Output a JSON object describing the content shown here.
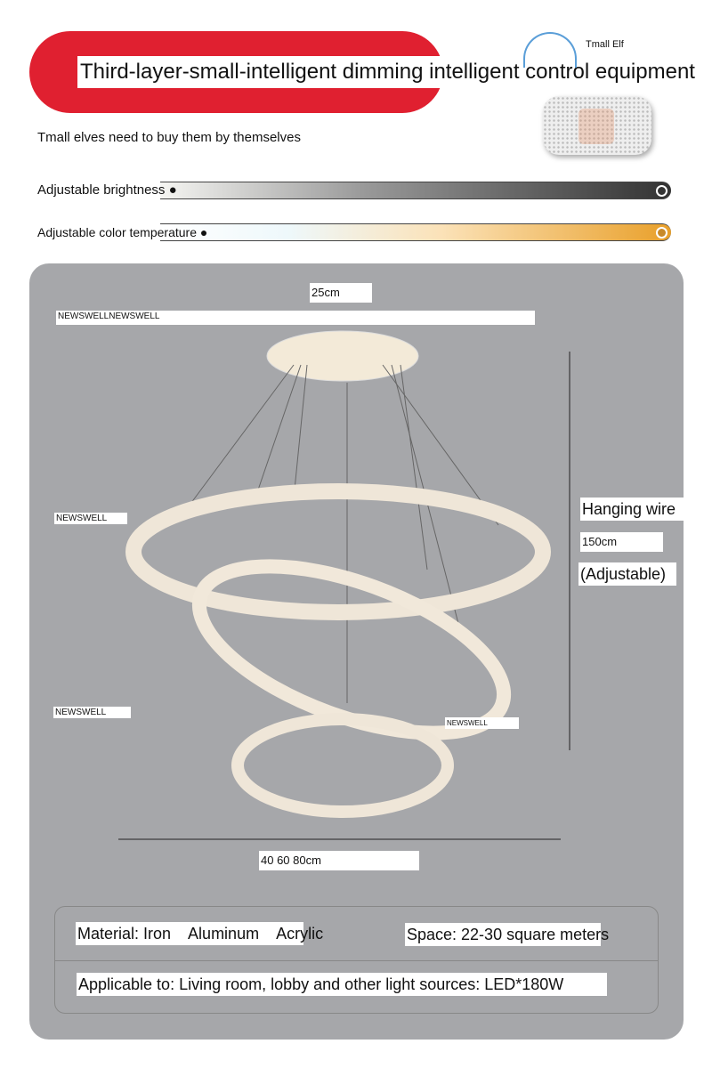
{
  "header": {
    "title": "Third-layer-small-intelligent dimming intelligent control equipment",
    "device_label": "Tmall Elf",
    "subtitle": "Tmall elves need to buy them by themselves"
  },
  "controls": {
    "brightness_label": "Adjustable brightness",
    "color_temp_label": "Adjustable color temperature"
  },
  "diagram": {
    "top_diameter": "25cm",
    "watermark_top": "NEWSWELLNEWSWELL",
    "watermark_1": "NEWSWELL",
    "watermark_2": "NEWSWELL",
    "watermark_3": "NEWSWELL",
    "hanging_wire": "Hanging wire",
    "wire_length": "150cm",
    "adjustable": "(Adjustable)",
    "ring_diameters": "40 60 80cm"
  },
  "specs": {
    "material": "Material: Iron    Aluminum    Acrylic",
    "space": "Space: 22-30 square meters",
    "applicable": "Applicable to: Living room, lobby and other light sources: LED*180W"
  }
}
